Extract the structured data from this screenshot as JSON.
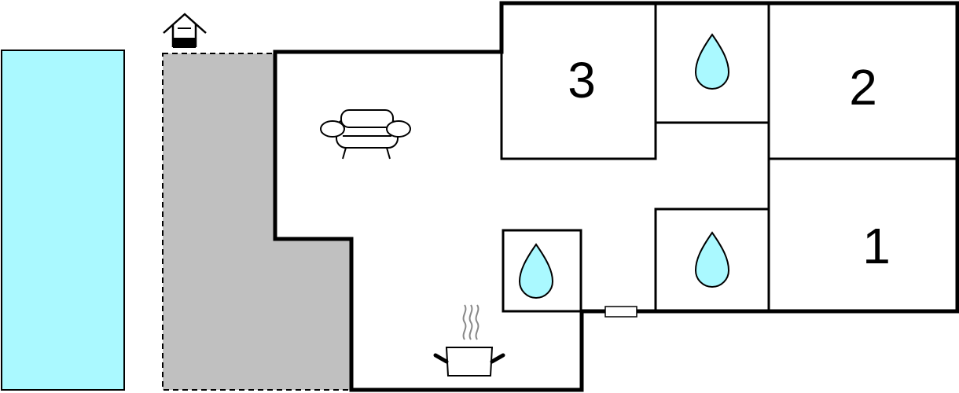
{
  "floorplan": {
    "room_labels": [
      "3",
      "2",
      "1"
    ],
    "colors": {
      "pool": "#aaf9ff",
      "terrace": "#c0c0c0",
      "water_drop": "#aaf9ff",
      "wall": "#000000",
      "steam": "#888888",
      "background": "#ffffff"
    },
    "icons": [
      "house-icon",
      "sofa-icon",
      "water-drop-icon",
      "cooking-pot-icon",
      "door-icon"
    ]
  }
}
